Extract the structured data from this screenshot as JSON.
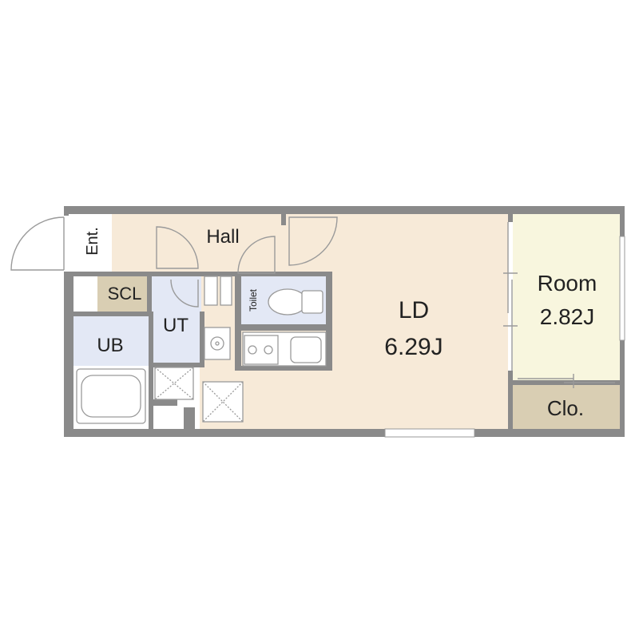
{
  "rooms": {
    "entrance": "Ent.",
    "hall": "Hall",
    "shoe_closet": "SCL",
    "utility": "UT",
    "unit_bath": "UB",
    "toilet": "Toilet",
    "living_dining": "LD",
    "living_dining_size": "6.29J",
    "room": "Room",
    "room_size": "2.82J",
    "closet": "Clo."
  },
  "colors": {
    "wall": "#8a8a8a",
    "floor_wood": "#f7ead8",
    "floor_room": "#f8f6de",
    "wet_area": "#e3e8f5",
    "storage": "#d9ceb3",
    "fixture_line": "#9a9a9a"
  }
}
